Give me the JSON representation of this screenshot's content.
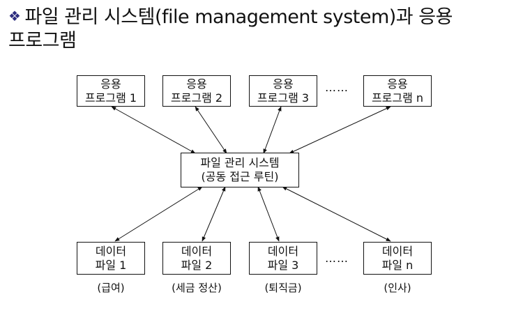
{
  "title": {
    "bullet": "❖",
    "line1": "파일 관리 시스템(file management system)과 응용",
    "line2": "프로그램"
  },
  "applications": [
    {
      "line1": "응용",
      "line2": "프로그램 1"
    },
    {
      "line1": "응용",
      "line2": "프로그램 2"
    },
    {
      "line1": "응용",
      "line2": "프로그램 3"
    },
    {
      "line1": "응용",
      "line2": "프로그램 n"
    }
  ],
  "center": {
    "line1": "파일 관리 시스템",
    "line2": "(공동 접근 루틴)"
  },
  "data_files": [
    {
      "line1": "데이터",
      "line2": "파일 1",
      "caption": "(급여)"
    },
    {
      "line1": "데이터",
      "line2": "파일 2",
      "caption": "(세금 정산)"
    },
    {
      "line1": "데이터",
      "line2": "파일 3",
      "caption": "(퇴직금)"
    },
    {
      "line1": "데이터",
      "line2": "파일 n",
      "caption": "(인사)"
    }
  ],
  "ellipsis": "……"
}
